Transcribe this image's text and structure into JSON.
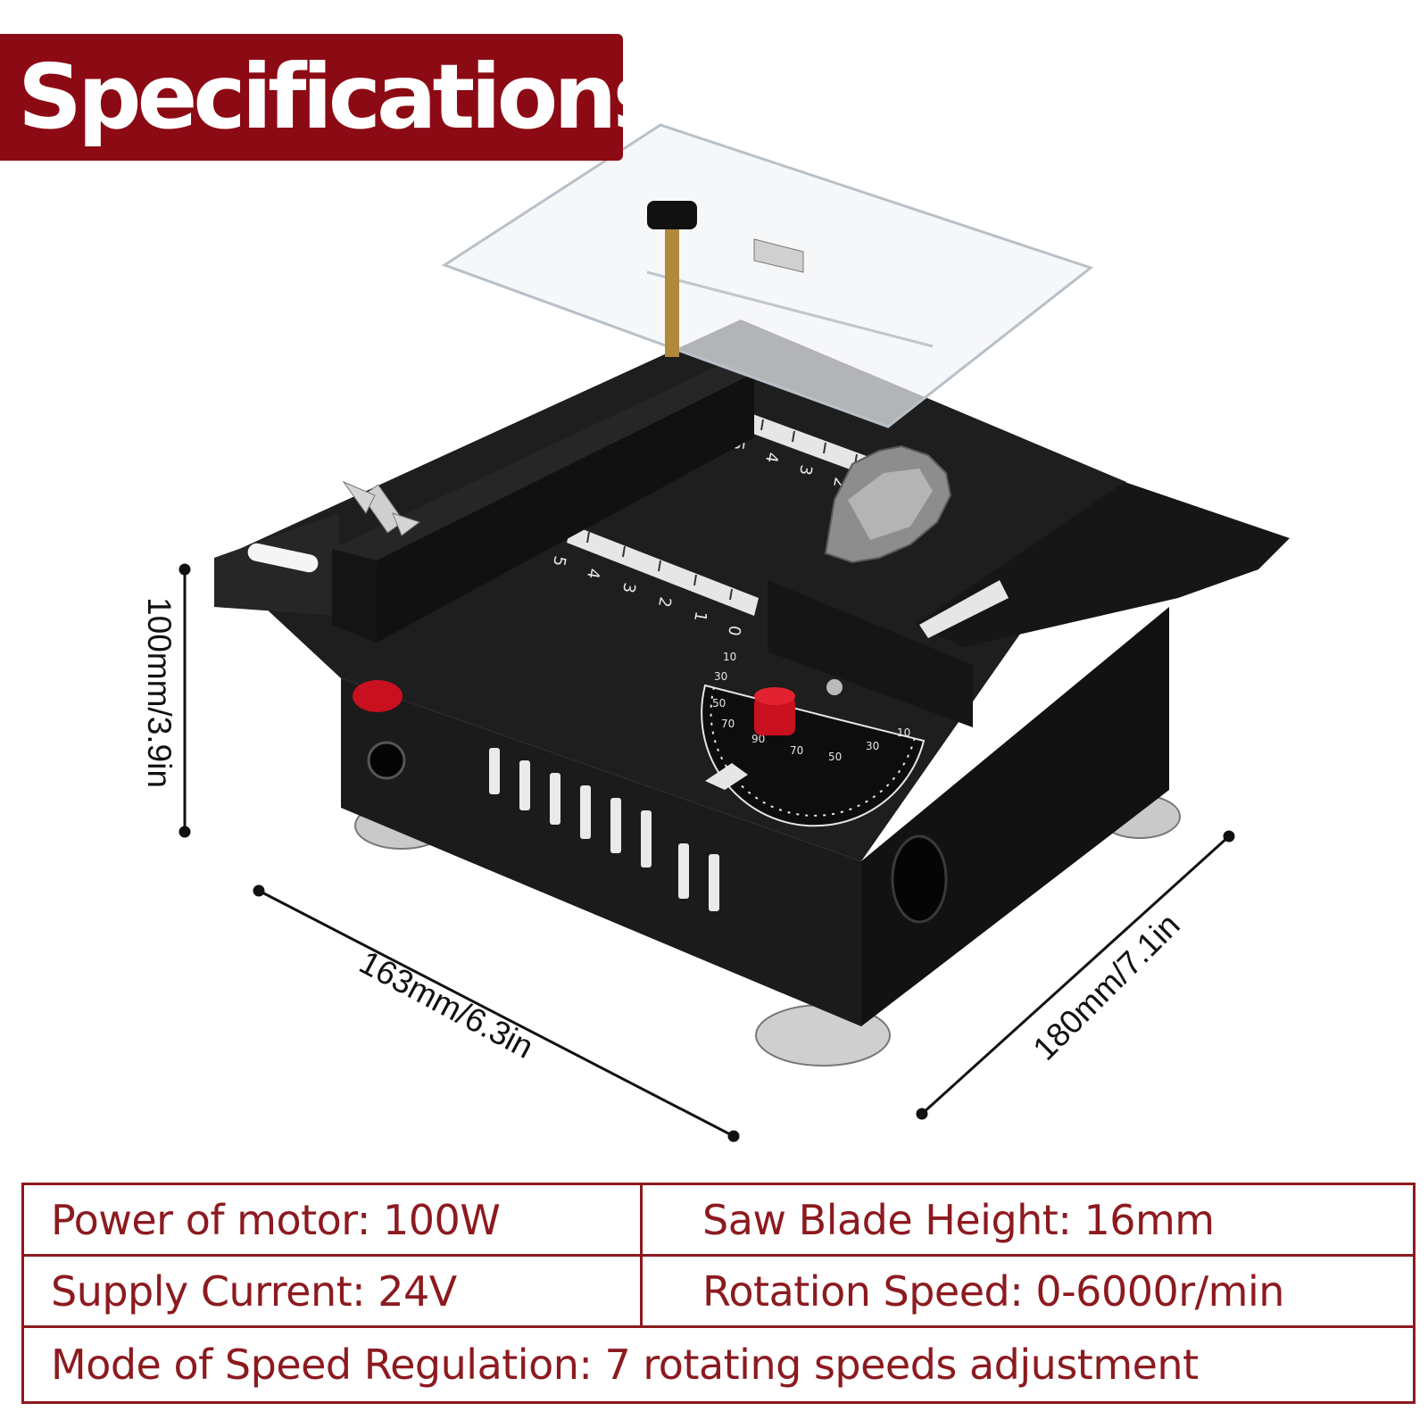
{
  "banner": {
    "title": "Specifications"
  },
  "dimensions": {
    "height": "100mm/3.9in",
    "width": "163mm/6.3in",
    "depth": "180mm/7.1in"
  },
  "specs": {
    "motor_power": "Power of motor:  100W",
    "blade_height": "Saw Blade Height:  16mm",
    "supply_current": "Supply Current:  24V",
    "rotation_speed": "Rotation Speed:  0-6000r/min",
    "speed_regulation": "Mode of Speed Regulation:  7 rotating speeds adjustment"
  },
  "colors": {
    "accent": "#8c0a14",
    "table_text": "#8c1a1f",
    "body": "#1a1a1a",
    "knob_red": "#c8101e"
  }
}
